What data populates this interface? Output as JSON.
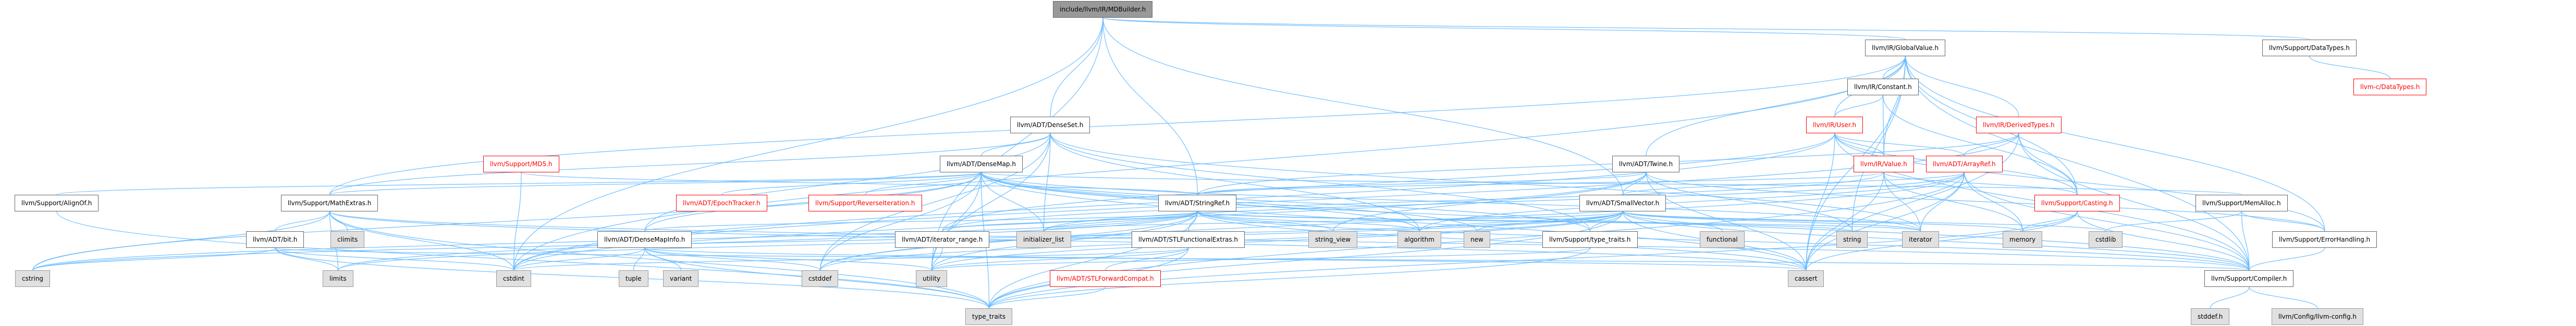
{
  "graph": {
    "nodes": [
      {
        "id": "root",
        "label": "include/llvm/IR/MDBuilder.h",
        "kind": "root"
      },
      {
        "id": "globalvalue",
        "label": "llvm/IR/GlobalValue.h",
        "kind": "internal"
      },
      {
        "id": "datatypes",
        "label": "llvm/Support/DataTypes.h",
        "kind": "internal"
      },
      {
        "id": "cdatatypes",
        "label": "llvm-c/DataTypes.h",
        "kind": "missing"
      },
      {
        "id": "constant",
        "label": "llvm/IR/Constant.h",
        "kind": "internal"
      },
      {
        "id": "denseset",
        "label": "llvm/ADT/DenseSet.h",
        "kind": "internal"
      },
      {
        "id": "user",
        "label": "llvm/IR/User.h",
        "kind": "missing"
      },
      {
        "id": "derivedtypes",
        "label": "llvm/IR/DerivedTypes.h",
        "kind": "missing"
      },
      {
        "id": "md5",
        "label": "llvm/Support/MD5.h",
        "kind": "missing"
      },
      {
        "id": "densemap",
        "label": "llvm/ADT/DenseMap.h",
        "kind": "internal"
      },
      {
        "id": "twine",
        "label": "llvm/ADT/Twine.h",
        "kind": "internal"
      },
      {
        "id": "irvalue",
        "label": "llvm/IR/Value.h",
        "kind": "missing"
      },
      {
        "id": "arrayref",
        "label": "llvm/ADT/ArrayRef.h",
        "kind": "missing"
      },
      {
        "id": "alignof",
        "label": "llvm/Support/AlignOf.h",
        "kind": "internal"
      },
      {
        "id": "mathextras",
        "label": "llvm/Support/MathExtras.h",
        "kind": "internal"
      },
      {
        "id": "epochtracker",
        "label": "llvm/ADT/EpochTracker.h",
        "kind": "missing"
      },
      {
        "id": "reverseiteration",
        "label": "llvm/Support/ReverseIteration.h",
        "kind": "missing"
      },
      {
        "id": "stringref",
        "label": "llvm/ADT/StringRef.h",
        "kind": "internal"
      },
      {
        "id": "smallvector",
        "label": "llvm/ADT/SmallVector.h",
        "kind": "internal"
      },
      {
        "id": "casting",
        "label": "llvm/Support/Casting.h",
        "kind": "missing"
      },
      {
        "id": "memalloc",
        "label": "llvm/Support/MemAlloc.h",
        "kind": "internal"
      },
      {
        "id": "bit",
        "label": "llvm/ADT/bit.h",
        "kind": "internal"
      },
      {
        "id": "climits",
        "label": "climits",
        "kind": "system"
      },
      {
        "id": "densemapinfo",
        "label": "llvm/ADT/DenseMapInfo.h",
        "kind": "internal"
      },
      {
        "id": "iteratorrange",
        "label": "llvm/ADT/iterator_range.h",
        "kind": "internal"
      },
      {
        "id": "initializerlist",
        "label": "initializer_list",
        "kind": "system"
      },
      {
        "id": "stlfunctional",
        "label": "llvm/ADT/STLFunctionalExtras.h",
        "kind": "internal"
      },
      {
        "id": "stringview",
        "label": "string_view",
        "kind": "system"
      },
      {
        "id": "algorithm",
        "label": "algorithm",
        "kind": "system"
      },
      {
        "id": "new",
        "label": "new",
        "kind": "system"
      },
      {
        "id": "typetraitsllvm",
        "label": "llvm/Support/type_traits.h",
        "kind": "internal"
      },
      {
        "id": "functional",
        "label": "functional",
        "kind": "system"
      },
      {
        "id": "string",
        "label": "string",
        "kind": "system"
      },
      {
        "id": "iterator",
        "label": "iterator",
        "kind": "system"
      },
      {
        "id": "memory",
        "label": "memory",
        "kind": "system"
      },
      {
        "id": "cstdlib",
        "label": "cstdlib",
        "kind": "system"
      },
      {
        "id": "errorhandling",
        "label": "llvm/Support/ErrorHandling.h",
        "kind": "internal"
      },
      {
        "id": "cstring",
        "label": "cstring",
        "kind": "system"
      },
      {
        "id": "limits",
        "label": "limits",
        "kind": "system"
      },
      {
        "id": "cstdint",
        "label": "cstdint",
        "kind": "system"
      },
      {
        "id": "tuple",
        "label": "tuple",
        "kind": "system"
      },
      {
        "id": "variant",
        "label": "variant",
        "kind": "system"
      },
      {
        "id": "utility",
        "label": "utility",
        "kind": "system"
      },
      {
        "id": "cstddef",
        "label": "cstddef",
        "kind": "system"
      },
      {
        "id": "stlforward",
        "label": "llvm/ADT/STLForwardCompat.h",
        "kind": "missing"
      },
      {
        "id": "cassert",
        "label": "cassert",
        "kind": "system"
      },
      {
        "id": "compiler",
        "label": "llvm/Support/Compiler.h",
        "kind": "internal"
      },
      {
        "id": "typetraits",
        "label": "type_traits",
        "kind": "system"
      },
      {
        "id": "stddef",
        "label": "stddef.h",
        "kind": "system"
      },
      {
        "id": "llvmconfig",
        "label": "llvm/Config/llvm-config.h",
        "kind": "system"
      }
    ],
    "edges": [
      [
        "root",
        "globalvalue"
      ],
      [
        "root",
        "datatypes"
      ],
      [
        "root",
        "denseset"
      ],
      [
        "root",
        "stringref"
      ],
      [
        "root",
        "smallvector"
      ],
      [
        "root",
        "cstdint"
      ],
      [
        "root",
        "utility"
      ],
      [
        "datatypes",
        "cdatatypes"
      ],
      [
        "globalvalue",
        "constant"
      ],
      [
        "globalvalue",
        "derivedtypes"
      ],
      [
        "globalvalue",
        "irvalue"
      ],
      [
        "globalvalue",
        "user"
      ],
      [
        "globalvalue",
        "twine"
      ],
      [
        "globalvalue",
        "mathextras"
      ],
      [
        "globalvalue",
        "casting"
      ],
      [
        "globalvalue",
        "errorhandling"
      ],
      [
        "globalvalue",
        "compiler"
      ],
      [
        "globalvalue",
        "cassert"
      ],
      [
        "globalvalue",
        "cstdint"
      ],
      [
        "globalvalue",
        "string"
      ],
      [
        "constant",
        "user"
      ],
      [
        "constant",
        "irvalue"
      ],
      [
        "constant",
        "casting"
      ],
      [
        "user",
        "irvalue"
      ],
      [
        "user",
        "arrayref"
      ],
      [
        "user",
        "iteratorrange"
      ],
      [
        "user",
        "casting"
      ],
      [
        "user",
        "compiler"
      ],
      [
        "user",
        "errorhandling"
      ],
      [
        "user",
        "cassert"
      ],
      [
        "user",
        "cstdint"
      ],
      [
        "derivedtypes",
        "arrayref"
      ],
      [
        "derivedtypes",
        "stringref"
      ],
      [
        "derivedtypes",
        "casting"
      ],
      [
        "derivedtypes",
        "compiler"
      ],
      [
        "derivedtypes",
        "cassert"
      ],
      [
        "derivedtypes",
        "cstdint"
      ],
      [
        "irvalue",
        "iteratorrange"
      ],
      [
        "irvalue",
        "stringref"
      ],
      [
        "irvalue",
        "casting"
      ],
      [
        "irvalue",
        "cassert"
      ],
      [
        "irvalue",
        "iterator"
      ],
      [
        "irvalue",
        "memory"
      ],
      [
        "arrayref",
        "smallvector"
      ],
      [
        "arrayref",
        "compiler"
      ],
      [
        "arrayref",
        "algorithm"
      ],
      [
        "arrayref",
        "array"
      ],
      [
        "arrayref",
        "cassert"
      ],
      [
        "arrayref",
        "cstddef"
      ],
      [
        "arrayref",
        "initializerlist"
      ],
      [
        "arrayref",
        "iterator"
      ],
      [
        "arrayref",
        "memory"
      ],
      [
        "arrayref",
        "typetraits"
      ],
      [
        "twine",
        "smallvector"
      ],
      [
        "twine",
        "stringref"
      ],
      [
        "twine",
        "errorhandling"
      ],
      [
        "twine",
        "cassert"
      ],
      [
        "twine",
        "cstdint"
      ],
      [
        "twine",
        "string"
      ],
      [
        "twine",
        "stringview"
      ],
      [
        "denseset",
        "densemap"
      ],
      [
        "denseset",
        "densemapinfo"
      ],
      [
        "denseset",
        "mathextras"
      ],
      [
        "denseset",
        "typetraitsllvm"
      ],
      [
        "denseset",
        "algorithm"
      ],
      [
        "denseset",
        "cstddef"
      ],
      [
        "denseset",
        "initializerlist"
      ],
      [
        "denseset",
        "iterator"
      ],
      [
        "denseset",
        "utility"
      ],
      [
        "md5",
        "stringref"
      ],
      [
        "md5",
        "cstdint"
      ],
      [
        "densemap",
        "densemapinfo"
      ],
      [
        "densemap",
        "epochtracker"
      ],
      [
        "densemap",
        "alignof"
      ],
      [
        "densemap",
        "compiler"
      ],
      [
        "densemap",
        "mathextras"
      ],
      [
        "densemap",
        "memalloc"
      ],
      [
        "densemap",
        "reverseiteration"
      ],
      [
        "densemap",
        "typetraitsllvm"
      ],
      [
        "densemap",
        "algorithm"
      ],
      [
        "densemap",
        "cassert"
      ],
      [
        "densemap",
        "cstddef"
      ],
      [
        "densemap",
        "cstring"
      ],
      [
        "densemap",
        "initializerlist"
      ],
      [
        "densemap",
        "iterator"
      ],
      [
        "densemap",
        "new"
      ],
      [
        "densemap",
        "typetraits"
      ],
      [
        "densemap",
        "utility"
      ],
      [
        "alignof",
        "typetraits"
      ],
      [
        "mathextras",
        "bit"
      ],
      [
        "mathextras",
        "compiler"
      ],
      [
        "mathextras",
        "cassert"
      ],
      [
        "mathextras",
        "climits"
      ],
      [
        "mathextras",
        "cstdint"
      ],
      [
        "mathextras",
        "cstring"
      ],
      [
        "mathextras",
        "limits"
      ],
      [
        "mathextras",
        "typetraits"
      ],
      [
        "bit",
        "compiler"
      ],
      [
        "bit",
        "cstdint"
      ],
      [
        "bit",
        "limits"
      ],
      [
        "bit",
        "typetraits"
      ],
      [
        "bit",
        "cstring"
      ],
      [
        "stringref",
        "densemapinfo"
      ],
      [
        "stringref",
        "iteratorrange"
      ],
      [
        "stringref",
        "stlfunctional"
      ],
      [
        "stringref",
        "compiler"
      ],
      [
        "stringref",
        "algorithm"
      ],
      [
        "stringref",
        "cassert"
      ],
      [
        "stringref",
        "cstddef"
      ],
      [
        "stringref",
        "cstring"
      ],
      [
        "stringref",
        "initializerlist"
      ],
      [
        "stringref",
        "iterator"
      ],
      [
        "stringref",
        "limits"
      ],
      [
        "stringref",
        "string"
      ],
      [
        "stringref",
        "stringview"
      ],
      [
        "stringref",
        "typetraits"
      ],
      [
        "stringref",
        "utility"
      ],
      [
        "smallvector",
        "compiler"
      ],
      [
        "smallvector",
        "typetraitsllvm"
      ],
      [
        "smallvector",
        "algorithm"
      ],
      [
        "smallvector",
        "cassert"
      ],
      [
        "smallvector",
        "cstddef"
      ],
      [
        "smallvector",
        "cstdlib"
      ],
      [
        "smallvector",
        "cstring"
      ],
      [
        "smallvector",
        "functional"
      ],
      [
        "smallvector",
        "initializerlist"
      ],
      [
        "smallvector",
        "iterator"
      ],
      [
        "smallvector",
        "limits"
      ],
      [
        "smallvector",
        "memory"
      ],
      [
        "smallvector",
        "new"
      ],
      [
        "smallvector",
        "typetraits"
      ],
      [
        "smallvector",
        "utility"
      ],
      [
        "casting",
        "compiler"
      ],
      [
        "casting",
        "typetraits"
      ],
      [
        "casting",
        "cassert"
      ],
      [
        "casting",
        "memory"
      ],
      [
        "casting",
        "optional"
      ],
      [
        "memalloc",
        "compiler"
      ],
      [
        "memalloc",
        "errorhandling"
      ],
      [
        "memalloc",
        "cstdlib"
      ],
      [
        "errorhandling",
        "compiler"
      ],
      [
        "densemapinfo",
        "cassert"
      ],
      [
        "densemapinfo",
        "cstddef"
      ],
      [
        "densemapinfo",
        "cstdint"
      ],
      [
        "densemapinfo",
        "tuple"
      ],
      [
        "densemapinfo",
        "typetraits"
      ],
      [
        "densemapinfo",
        "utility"
      ],
      [
        "densemapinfo",
        "variant"
      ],
      [
        "iteratorrange",
        "utility"
      ],
      [
        "stlfunctional",
        "stlforward"
      ],
      [
        "stlfunctional",
        "cstdint"
      ],
      [
        "stlfunctional",
        "typetraits"
      ],
      [
        "stlfunctional",
        "utility"
      ],
      [
        "stlforward",
        "typetraits"
      ],
      [
        "typetraitsllvm",
        "typetraits"
      ],
      [
        "typetraitsllvm",
        "utility"
      ],
      [
        "compiler",
        "stddef"
      ],
      [
        "compiler",
        "llvmconfig"
      ]
    ]
  }
}
